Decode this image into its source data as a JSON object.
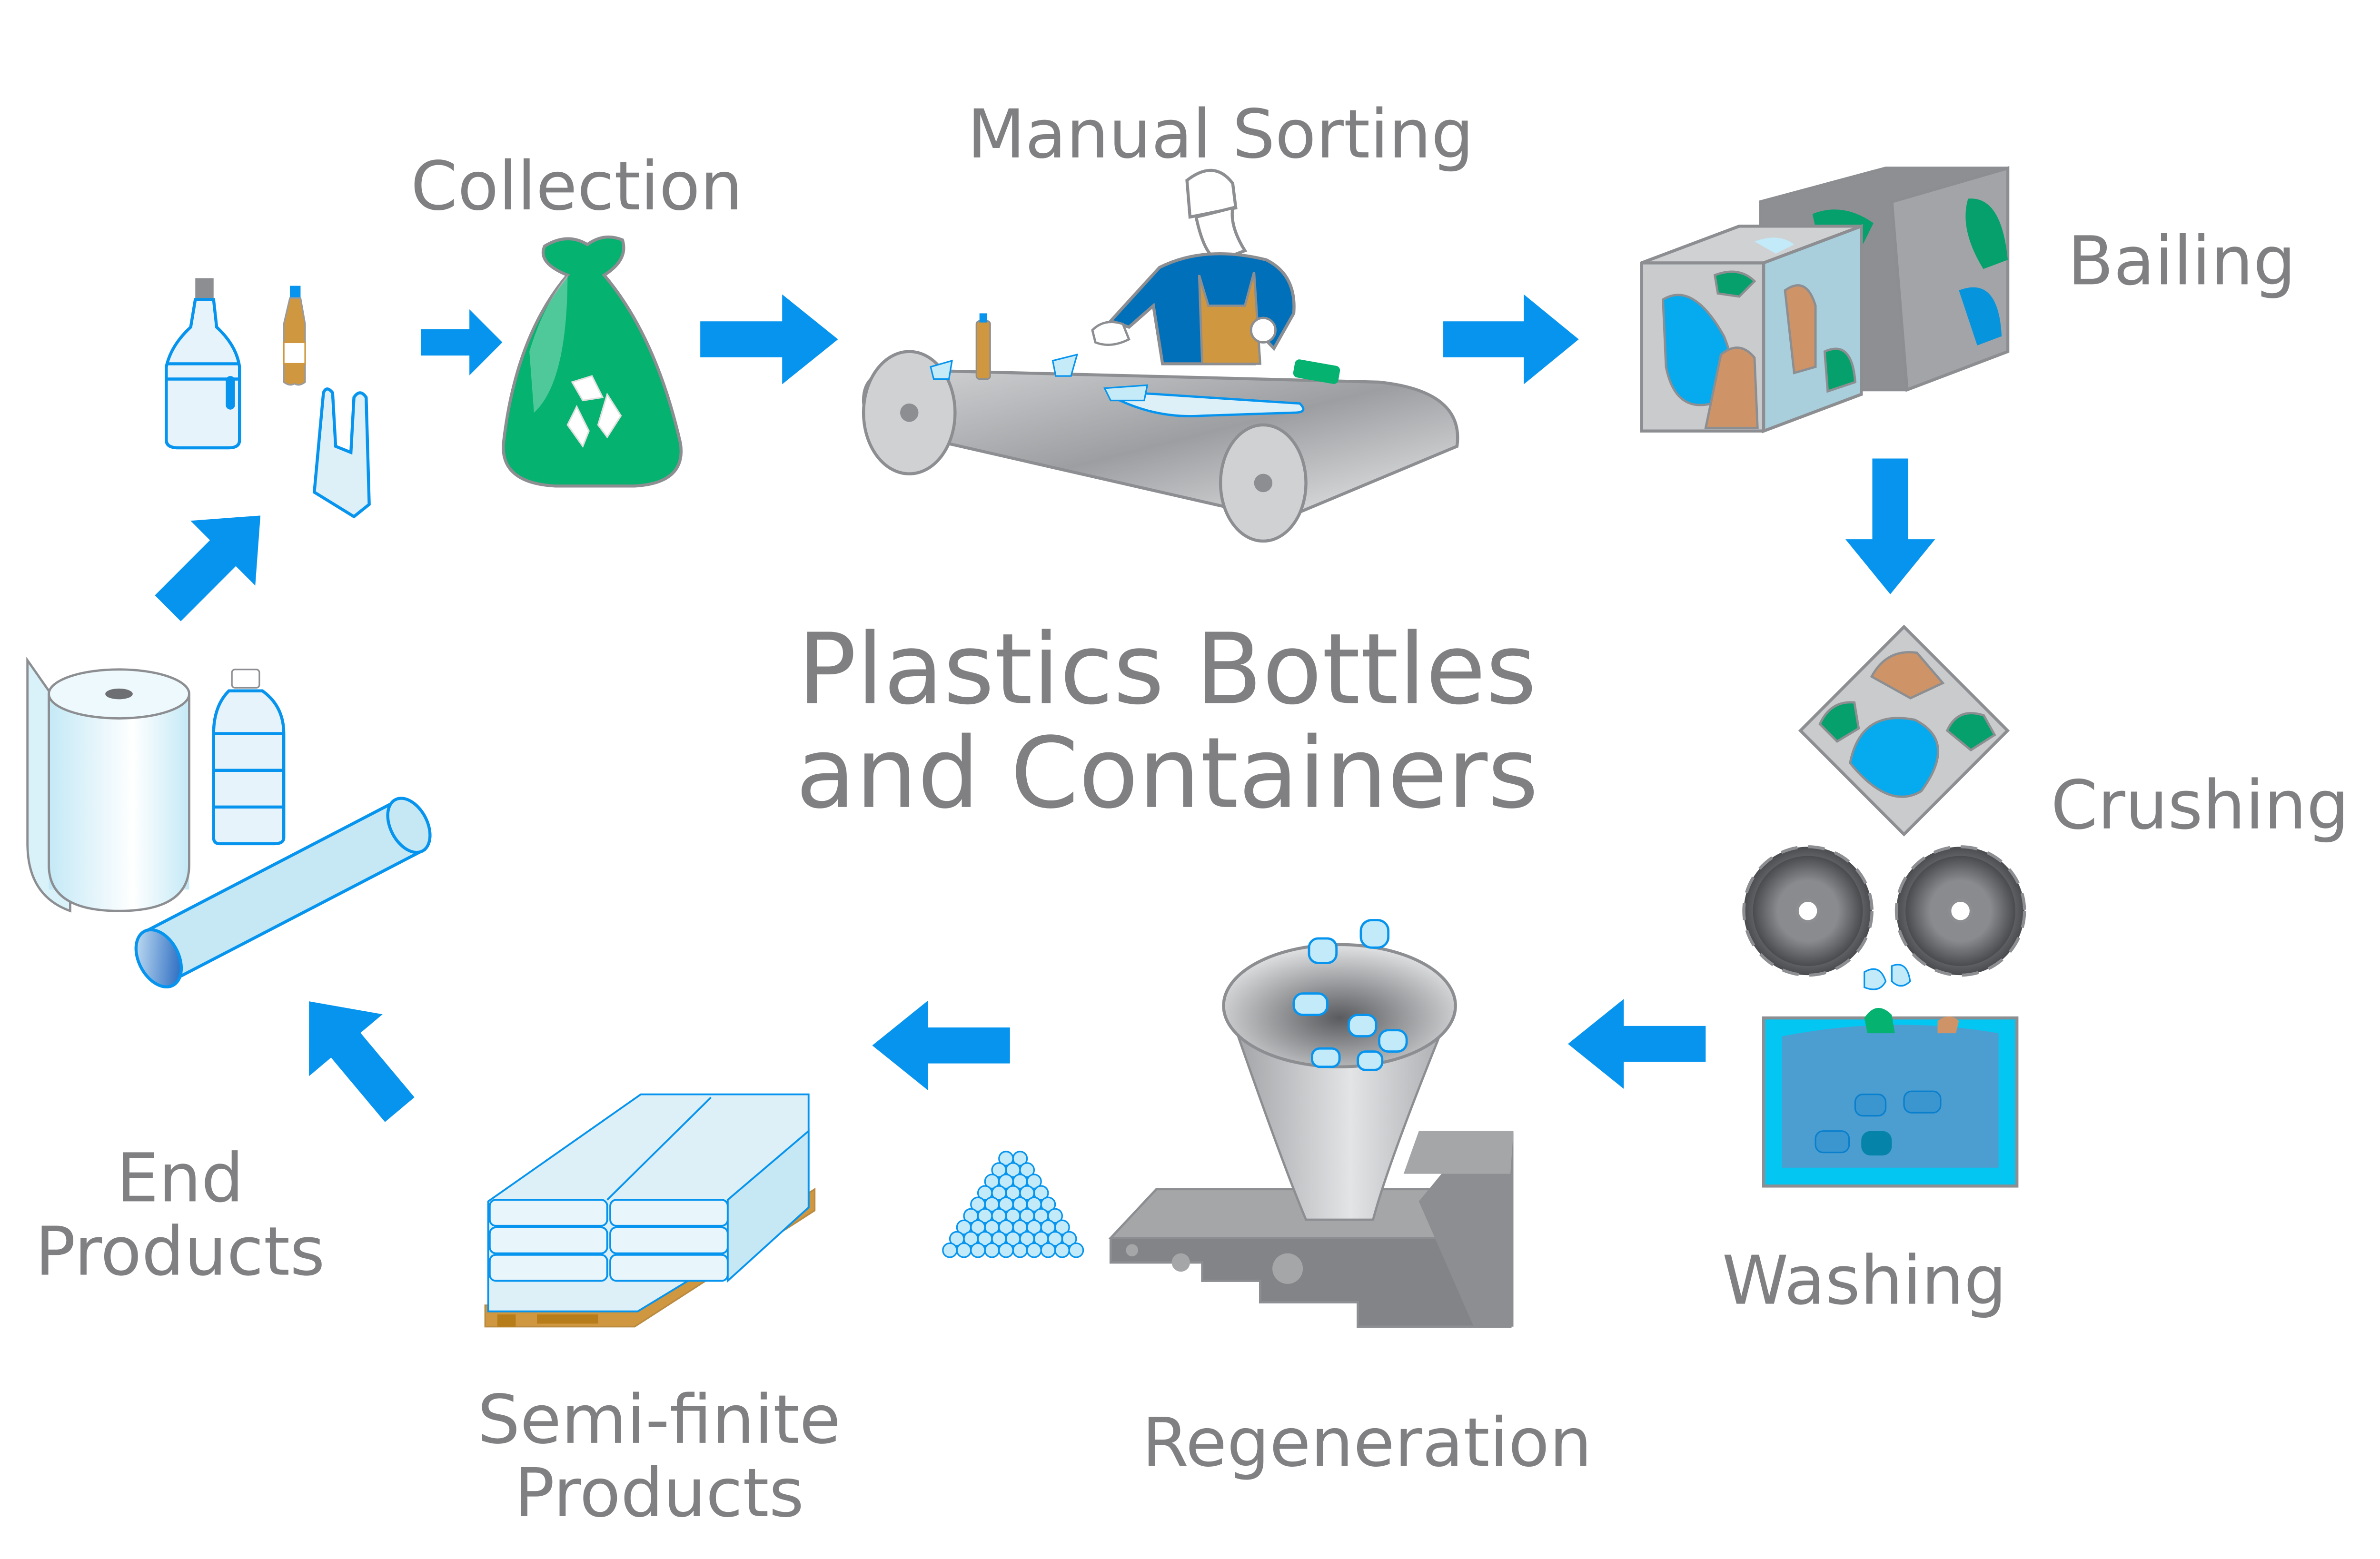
{
  "title": {
    "line1": "Plastics Bottles",
    "line2": "and Containers"
  },
  "stages": [
    {
      "id": "collection",
      "label": "Collection"
    },
    {
      "id": "manual-sorting",
      "label": "Manual Sorting"
    },
    {
      "id": "bailing",
      "label": "Bailing"
    },
    {
      "id": "crushing",
      "label": "Crushing"
    },
    {
      "id": "washing",
      "label": "Washing"
    },
    {
      "id": "regeneration",
      "label": "Regeneration"
    },
    {
      "id": "semi-finite",
      "label_line1": "Semi-finite",
      "label_line2": "Products"
    },
    {
      "id": "end-products",
      "label_line1": "End",
      "label_line2": "Products"
    }
  ],
  "colors": {
    "arrow": "#0694EE",
    "label_text": "#808083",
    "bag_green": "#05B26F",
    "bottle_amber": "#CF973F",
    "water_blue": "#4C9ED1",
    "tank_cyan": "#03C7F2",
    "machine_gray": "#A4A6A8"
  },
  "icons": [
    "water-bottle-icon",
    "soda-bottle-icon",
    "plastic-bag-icon",
    "recycling-bag-icon",
    "conveyor-belt-icon",
    "worker-icon",
    "bale-cube-icon",
    "crusher-gear-icon",
    "washing-tank-icon",
    "extruder-machine-icon",
    "funnel-icon",
    "pellet-pile-icon",
    "pallet-stack-icon",
    "film-roll-icon",
    "pipe-icon",
    "flow-arrow-icon"
  ]
}
